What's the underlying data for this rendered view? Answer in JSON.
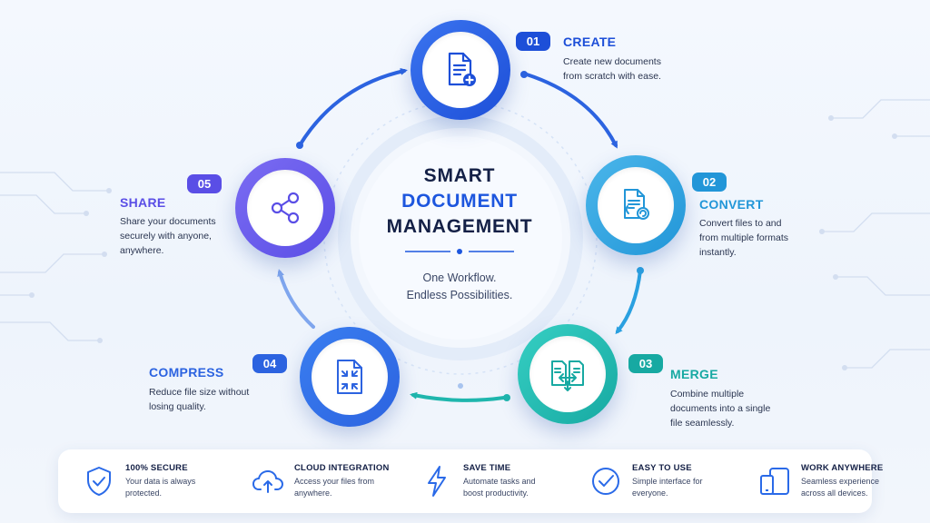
{
  "center": {
    "line1": "SMART",
    "line2": "DOCUMENT",
    "line3": "MANAGEMENT",
    "sub1": "One Workflow.",
    "sub2": "Endless Possibilities."
  },
  "steps": [
    {
      "num": "01",
      "title": "CREATE",
      "desc1": "Create new documents",
      "desc2": "from scratch with ease.",
      "desc3": "",
      "color": "#1d4fd8",
      "icon": "document-plus-icon"
    },
    {
      "num": "02",
      "title": "CONVERT",
      "desc1": "Convert files to and",
      "desc2": "from multiple formats",
      "desc3": "instantly.",
      "color": "#2296d8",
      "icon": "document-convert-icon"
    },
    {
      "num": "03",
      "title": "MERGE",
      "desc1": "Combine multiple",
      "desc2": "documents into a single",
      "desc3": "file seamlessly.",
      "color": "#17a9a2",
      "icon": "document-merge-icon"
    },
    {
      "num": "04",
      "title": "COMPRESS",
      "desc1": "Reduce file size without",
      "desc2": "losing quality.",
      "desc3": "",
      "color": "#2c63e0",
      "icon": "document-compress-icon"
    },
    {
      "num": "05",
      "title": "SHARE",
      "desc1": "Share your documents",
      "desc2": "securely with anyone,",
      "desc3": "anywhere.",
      "color": "#5a4ee6",
      "icon": "share-icon"
    }
  ],
  "features": [
    {
      "title": "100% SECURE",
      "desc1": "Your data is always",
      "desc2": "protected.",
      "icon": "shield-check-icon"
    },
    {
      "title": "CLOUD INTEGRATION",
      "desc1": "Access your files from",
      "desc2": "anywhere.",
      "icon": "cloud-upload-icon"
    },
    {
      "title": "SAVE TIME",
      "desc1": "Automate tasks and",
      "desc2": "boost productivity.",
      "icon": "lightning-icon"
    },
    {
      "title": "EASY TO USE",
      "desc1": "Simple interface for",
      "desc2": "everyone.",
      "icon": "check-circle-icon"
    },
    {
      "title": "WORK ANYWHERE",
      "desc1": "Seamless experience",
      "desc2": "across all devices.",
      "icon": "devices-icon"
    }
  ],
  "colors": {
    "accent": "#1d56de",
    "navy": "#142046",
    "feature_icon": "#2a6ae8"
  }
}
